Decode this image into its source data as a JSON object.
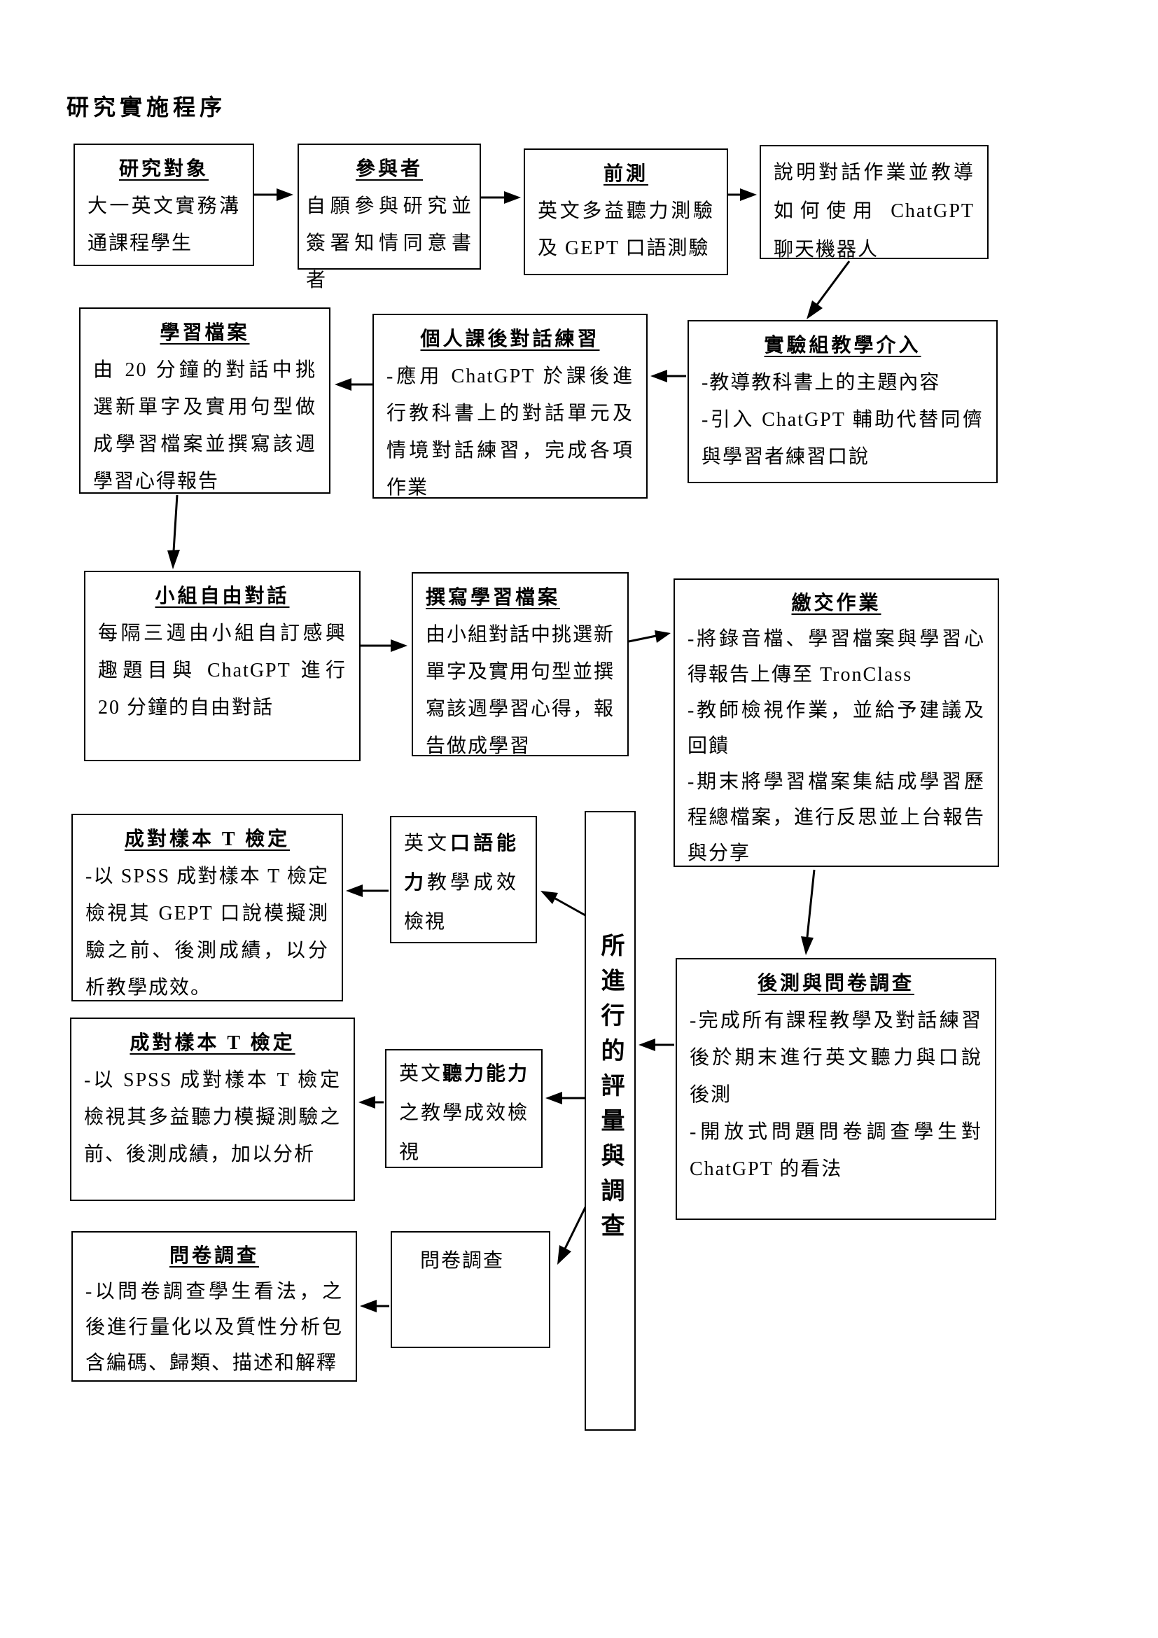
{
  "page_title": "研究實施程序",
  "boxes": {
    "subjects": {
      "title": "研究對象",
      "body": "大一英文實務溝通課程學生"
    },
    "participants": {
      "title": "參與者",
      "body": "自願參與研究並簽署知情同意書者"
    },
    "pretest": {
      "title": "前測",
      "body": "英文多益聽力測驗及 GEPT 口語測驗"
    },
    "orientation": {
      "body": "說明對話作業並教導如何使用 ChatGPT 聊天機器人"
    },
    "intervention": {
      "title": "實驗組教學介入",
      "items": [
        "-教導教科書上的主題內容",
        "-引入 ChatGPT 輔助代替同儕與學習者練習口說"
      ]
    },
    "personal_practice": {
      "title": "個人課後對話練習",
      "body": "-應用 ChatGPT 於課後進行教科書上的對話單元及情境對話練習，完成各項作業"
    },
    "portfolio": {
      "title": "學習檔案",
      "body": "由 20 分鐘的對話中挑選新單字及實用句型做成學習檔案並撰寫該週學習心得報告"
    },
    "group_dialogue": {
      "title": "小組自由對話",
      "body": "每隔三週由小組自訂感興趣題目與 ChatGPT 進行 20 分鐘的自由對話"
    },
    "write_portfolio": {
      "title": "撰寫學習檔案",
      "body": "由小組對話中挑選新單字及實用句型並撰寫該週學習心得，報告做成學習"
    },
    "submit_work": {
      "title": "繳交作業",
      "items": [
        "-將錄音檔、學習檔案與學習心得報告上傳至 TronClass",
        "-教師檢視作業，並給予建議及回饋",
        "-期末將學習檔案集結成學習歷程總檔案，進行反思並上台報告與分享"
      ]
    },
    "posttest": {
      "title": "後測與問卷調查",
      "items": [
        "-完成所有課程教學及對話練習後於期末進行英文聽力與口說後測",
        "-開放式問題問卷調查學生對 ChatGPT 的看法"
      ]
    },
    "assessment_bar": {
      "text": "所進行的評量與調查"
    },
    "speaking_eval": {
      "pre": "英文",
      "bold": "口語能力",
      "post": "教學成效檢視"
    },
    "listening_eval": {
      "pre": "英文",
      "bold": "聽力能力",
      "post": "之教學成效檢視"
    },
    "ttest_speaking": {
      "title": "成對樣本 T 檢定",
      "body": "-以 SPSS 成對樣本 T 檢定檢視其 GEPT 口說模擬測驗之前、後測成績，以分析教學成效。"
    },
    "ttest_listening": {
      "title": "成對樣本 T 檢定",
      "body": "-以 SPSS 成對樣本 T 檢定檢視其多益聽力模擬測驗之前、後測成績，加以分析"
    },
    "questionnaire_small": {
      "body": "問卷調查"
    },
    "questionnaire": {
      "title": "問卷調查",
      "body": "-以問卷調查學生看法，之後進行量化以及質性分析包含編碼、歸類、描述和解釋"
    }
  }
}
